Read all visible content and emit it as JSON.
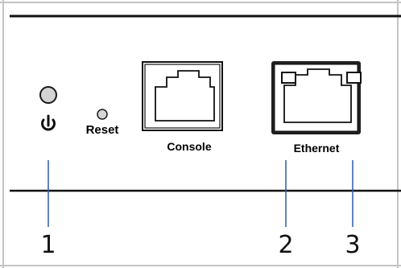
{
  "labels": {
    "reset": "Reset",
    "console": "Console",
    "ethernet": "Ethernet"
  },
  "callouts": [
    "1",
    "2",
    "3"
  ],
  "icons": {
    "power": "power-icon",
    "status_led": "status-led",
    "reset_button": "reset-pinhole"
  },
  "colors": {
    "outline": "#1a1a1a",
    "frame": "#bdbdbd",
    "led_fill": "#d3d3d3",
    "leader_line": "#2a5aa8",
    "ethernet_panel": "#1f1f1f"
  }
}
